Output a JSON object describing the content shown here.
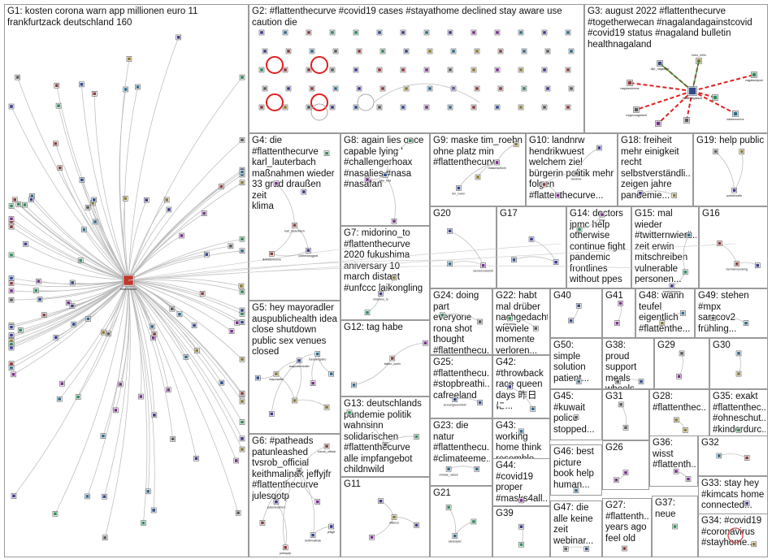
{
  "groups": [
    {
      "id": "G1",
      "label": "G1: kosten corona warn app millionen euro 11\nfrankfurtzack deutschland 160"
    },
    {
      "id": "G2",
      "label": "G2: #flattenthecurve #covid19 cases #stayathome declined stay aware use\ncaution die"
    },
    {
      "id": "G3",
      "label": "G3: august 2022 #flattenthecurve\n#togetherwecan #nagalandagainstcovid\n#covid19 status #nagaland bulletin\nhealthnagaland"
    },
    {
      "id": "G4",
      "label": "G4: die\n#flattenthecurve\nkarl_lauterbach\nmaßnahmen wieder\n33 grad draußen zeit\nklima"
    },
    {
      "id": "G8",
      "label": "G8: again lies once\ncapable lying '\n#challengerhoax\n#nasalies #nasa\n#nasafan"
    },
    {
      "id": "G9",
      "label": "G9: maske tim_roehn\nohne platz min\n#flattenthecurve"
    },
    {
      "id": "G10",
      "label": "G10: landnrw\nhendrikwuest\nwelchem ziel\nbürgerin politik mehr\nfolgen\n#flattenthecurve..."
    },
    {
      "id": "G18",
      "label": "G18: freiheit\nmehr einigkeit\nrecht\nselbstverständli...\nzeigen jahre\npandemie..."
    },
    {
      "id": "G19",
      "label": "G19: help public"
    },
    {
      "id": "G20",
      "label": "G20"
    },
    {
      "id": "G17",
      "label": "G17"
    },
    {
      "id": "G14",
      "label": "G14: doctors\njpmc help\notherwise\ncontinue fight\npandemic\nfrontlines\nwithout ppes"
    },
    {
      "id": "G15",
      "label": "G15: mal\nwieder\n#twitternwierü...\nzeit erwin\nmitschreiben\nvulnerable\npersonen..."
    },
    {
      "id": "G16",
      "label": "G16"
    },
    {
      "id": "G7",
      "label": "G7: midorino_to\n#flattenthecurve\n2020 fukushima\naniversary 10\nmarch distant\n#unfccc laikongling"
    },
    {
      "id": "G5",
      "label": "G5: hey mayoradler\nauspublichealth idea\nclose shutdown\npublic sex venues\nclosed"
    },
    {
      "id": "G24",
      "label": "G24: doing\npart everyone\nrona shot\nthought\n#flattenthecu..."
    },
    {
      "id": "G22",
      "label": "G22: habt\nmal drüber\nnachgedacht\nwieviele\nmomente\nverloren..."
    },
    {
      "id": "G40",
      "label": "G40"
    },
    {
      "id": "G41",
      "label": "G41"
    },
    {
      "id": "G48",
      "label": "G48: wann\nteufel\neigentlich\n#flattenthe..."
    },
    {
      "id": "G49",
      "label": "G49: stehen\n#mpx\nsarscov2\nfrühling..."
    },
    {
      "id": "G12",
      "label": "G12: tag habe"
    },
    {
      "id": "G25",
      "label": "G25:\n#flattenthecu...\n#stopbreathi...\ncafreeland"
    },
    {
      "id": "G42",
      "label": "G42:\n#throwback\nrace queen\ndays 昨日に..."
    },
    {
      "id": "G50",
      "label": "G50:\nsimple\nsolution\npatient..."
    },
    {
      "id": "G38",
      "label": "G38: proud\nsupport\nmeals\nwheels..."
    },
    {
      "id": "G29",
      "label": "G29"
    },
    {
      "id": "G30",
      "label": "G30"
    },
    {
      "id": "G13",
      "label": "G13: deutschlands\npandemie politik\nwahnsinn\nsolidarischen\n#flattenthecurve\nalle impfangebot\nchildnwild"
    },
    {
      "id": "G43",
      "label": "G43:\nworking\nhome think\nresemble..."
    },
    {
      "id": "G45",
      "label": "G45:\n#kuwait\npolice\nstopped..."
    },
    {
      "id": "G31",
      "label": "G31"
    },
    {
      "id": "G28",
      "label": "G28:\n#flattenthec..."
    },
    {
      "id": "G35",
      "label": "G35: exakt\n#flattenthec...\n#ohneschut...\n#kinderdurc..."
    },
    {
      "id": "G6",
      "label": "G6: #patheads\npatunleashed\ntvsrob_official\nkeithmalinak jeffyjfr\n#flattenthecurve\njulesqotp"
    },
    {
      "id": "G23",
      "label": "G23: die natur\n#flattenthecu...\n#climateeme..."
    },
    {
      "id": "G26",
      "label": "G26"
    },
    {
      "id": "G36",
      "label": "G36: wisst\n#flattenth..."
    },
    {
      "id": "G32",
      "label": "G32"
    },
    {
      "id": "G46",
      "label": "G46: best\npicture\nbook help\nhuman..."
    },
    {
      "id": "G11",
      "label": "G11"
    },
    {
      "id": "G44",
      "label": "G44:\n#covid19\nproper\n#masks4all..."
    },
    {
      "id": "G33",
      "label": "G33: stay hey\n#kimcats home\nconnected..."
    },
    {
      "id": "G21",
      "label": "G21"
    },
    {
      "id": "G39",
      "label": "G39"
    },
    {
      "id": "G47",
      "label": "G47: die\nalle keine\nzeit\nwebinar..."
    },
    {
      "id": "G27",
      "label": "G27:\n#flattenth...\nyears ago\nfeel old"
    },
    {
      "id": "G37",
      "label": "G37: neue"
    },
    {
      "id": "G34",
      "label": "G34: #covid19\n#coronavirus\n#stayhome..."
    }
  ],
  "node_labels": {
    "g1_hub": "frankfurtzack",
    "g3_hub": "healthnagaland",
    "g3_a": "nagalandpost",
    "g3_b": "hoho_hello",
    "g3_c": "nagalandnews",
    "g3_d": "mygovnagaland",
    "g3_e": "dipr_nagaland",
    "g3_f": "easternmirror",
    "g4_a": "karl_lauterbach",
    "g4_b": "dieflattenkurve",
    "g4_c": "jochenlanggrat",
    "g4_d": "fbioddhf",
    "g5_a": "mayoradler",
    "g5_b": "auspublichealth",
    "g5_c": "travellingnitro",
    "g6_a": "patunleashed",
    "g6_b": "tvsrob_official",
    "g6_c": "keithmalinak",
    "g6_d": "jeffyjfr",
    "g6_e": "julesqotp",
    "g7_a": "midorino_to",
    "g8_a": "kiwi_biwi",
    "g9_a": "tim_roehn",
    "g9_b": "maskenpflicht",
    "g10_a": "landnrw",
    "g12_a": "fatihm_koeln",
    "g14_a": "jpmc",
    "g15_a": "erwinclemens",
    "g16_a": "hermanncooking",
    "g19_a": "publichealth",
    "g20_a": "wernerrosieb20",
    "g22_a": "franzetta",
    "g23_a": "climate_nature",
    "g25_a": "cafreeland",
    "g25_b": "lennartgreenmkt2",
    "g11_a": "alliance",
    "g21_a": "alexistyler"
  },
  "colors": {
    "border": "#9a9a9a",
    "edge": "#b8b8b8",
    "red_edge": "#e02020",
    "green_edge": "#2e8b2e"
  }
}
